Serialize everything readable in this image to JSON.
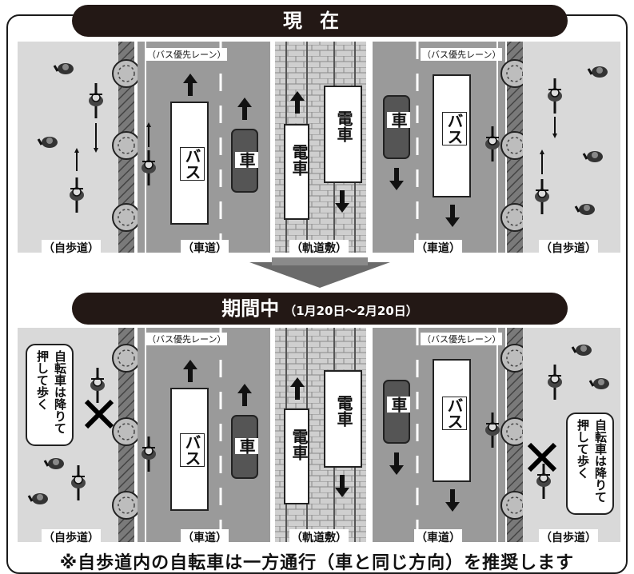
{
  "header": {
    "title": "現在"
  },
  "period": {
    "title": "期間中",
    "dates": "（1月20日～2月20日）"
  },
  "labels": {
    "sidewalk": "（自歩道）",
    "roadway": "（車道）",
    "track": "（軌道敷）",
    "bus_lane": "（バス優先レーン）"
  },
  "vehicles": {
    "bus": "バス",
    "car": "車",
    "tram": "電車"
  },
  "callout": {
    "text": "自転車は降りて押して歩く"
  },
  "footer": {
    "note": "※自歩道内の自転車は一方通行（車と同じ方向）を推奨します"
  },
  "colors": {
    "banner": "#231815",
    "road": "#9a9a9a",
    "sidewalk": "#d9d9d9",
    "track": "#c8c8c8",
    "mark_x": "#000000"
  }
}
